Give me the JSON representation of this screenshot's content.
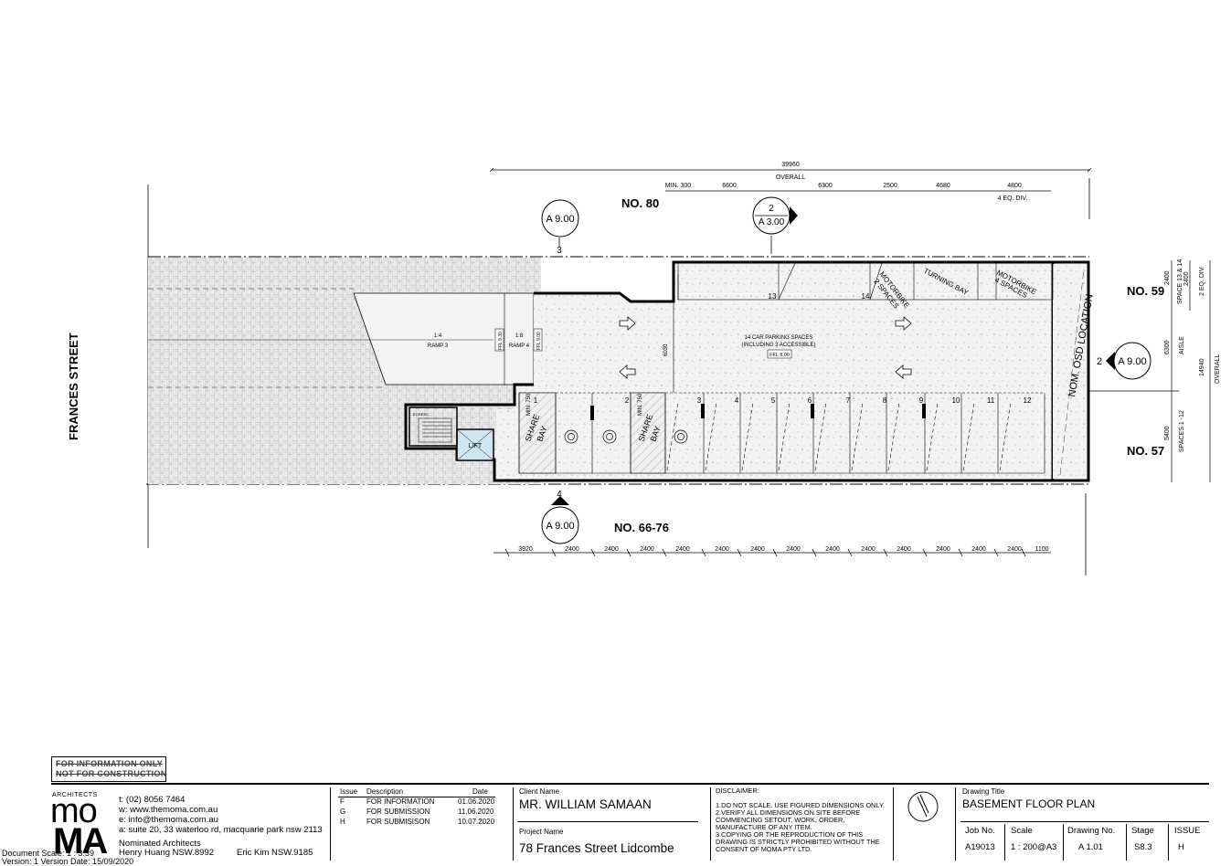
{
  "plan": {
    "street": "FRANCES STREET",
    "neighbour_north": "NO. 80",
    "neighbour_east_upper": "NO. 59",
    "neighbour_east_lower": "NO. 57",
    "neighbour_south": "NO. 66-76",
    "overall_dim": "39960",
    "overall_label": "OVERALL",
    "top_dims": [
      "MIN. 300",
      "6600",
      "6300",
      "2500",
      "4680",
      "4800"
    ],
    "top_dims_note": "4  EQ. DIV.",
    "bottom_dims": [
      "3920",
      "2400",
      "2400",
      "2400",
      "2400",
      "2400",
      "2400",
      "2400",
      "2400",
      "2400",
      "2400",
      "2400",
      "2400",
      "2400",
      "1100"
    ],
    "right_dims": {
      "space_13_14": "SPACE 13 & 14",
      "eq_div": "2 EQ. DIV.",
      "d2400": "2400",
      "aisle": "AISLE",
      "d6300": "6300",
      "spaces_1_12": "SPACES 1 -12",
      "d5400": "5400",
      "d14940": "14940",
      "overall": "OVERALL"
    },
    "section_markers": [
      {
        "num": "3",
        "ref": "A 9.00"
      },
      {
        "num": "4",
        "ref": "A 9.00"
      },
      {
        "num": "2",
        "ref": "A 9.00"
      },
      {
        "num": "2",
        "ref": "A 3.00"
      }
    ],
    "ramp3_grade": "1:4",
    "ramp3_label": "RAMP 3",
    "ramp4_grade": "1:8",
    "ramp4_label": "RAMP 4",
    "ffl_ramp": "FFL 9.30",
    "ffl_ramp2": "FFL 9.00",
    "aisle_width": "6030",
    "min_750": "MIN. 750",
    "parking_note_1": "14 CAR PARKING SPACES",
    "parking_note_2": "(INCLUDING 3 ACCESSIBLE)",
    "ffl_basement": "FFL 8.00",
    "motorbike_1": "MOTORBIKE",
    "motorbike_1b": "2 SPACES",
    "turning_bay": "TURNING BAY",
    "motorbike_2": "MOTORBIKE",
    "motorbike_2b": "4 SPACES",
    "osd": "NOM. OSD LOCATION",
    "share_bay": "SHARE",
    "share_bay_b": "BAY",
    "lift": "LIFT",
    "stair": "EGRESS",
    "space_numbers": [
      "1",
      "2",
      "3",
      "4",
      "5",
      "6",
      "7",
      "8",
      "9",
      "10",
      "11",
      "12"
    ],
    "space_13": "13",
    "space_14": "14"
  },
  "stamp": {
    "line1": "FOR INFORMATION ONLY",
    "line2": "NOT FOR CONSTRUCTION"
  },
  "firm": {
    "logo_small": "ARCHITECTS",
    "logo_top": "mo",
    "logo_bottom": "MA",
    "phone": "t:  (02) 8056 7464",
    "web": "w:  www.themoma.com.au",
    "email": "e:  info@themoma.com.au",
    "address": "a:  suite 20, 33 waterloo rd, macquarie park nsw 2113",
    "nominated": "Nominated Architects",
    "architect1": "Henry Huang  NSW.8992",
    "architect2": "Eric Kim  NSW.9185",
    "doc_scale": "Document Scale: 1 : 3.39",
    "version": "Version: 1  Version Date: 15/09/2020"
  },
  "issues": {
    "headers": [
      "Issue",
      "Description",
      "Date"
    ],
    "rows": [
      [
        "F",
        "FOR INFORMATION",
        "01.06.2020"
      ],
      [
        "G",
        "FOR SUBMISSION",
        "11.06.2020"
      ],
      [
        "H",
        "FOR SUBMISISON",
        "10.07.2020"
      ]
    ]
  },
  "client": {
    "label": "Client Name",
    "name": "MR. WILLIAM SAMAAN",
    "project_label": "Project Name",
    "project": "78 Frances Street Lidcombe"
  },
  "disclaimer": {
    "title": "DISCLAIMER:",
    "lines": [
      "1.DO NOT SCALE. USE FIGURED DIMENSIONS ONLY.",
      "2.VERIFY ALL DIMENSIONS ON SITE BEFORE",
      "COMMENCING SETOUT, WORK, ORDER,",
      "MANUFACTURE OF ANY ITEM.",
      "3.COPYING OR THE REPRODUCTION OF THIS",
      "DRAWING IS STRICTLY PROHIBITED WITHOUT THE",
      "CONSENT OF MOMA PTY LTD."
    ]
  },
  "drawing": {
    "title_label": "Drawing Title",
    "title": "BASEMENT FLOOR PLAN",
    "headers": [
      "Job No.",
      "Scale",
      "Drawing No.",
      "Stage",
      "ISSUE"
    ],
    "values": [
      "A19013",
      "1 : 200@A3",
      "A 1.01",
      "S8.3",
      "H"
    ]
  }
}
